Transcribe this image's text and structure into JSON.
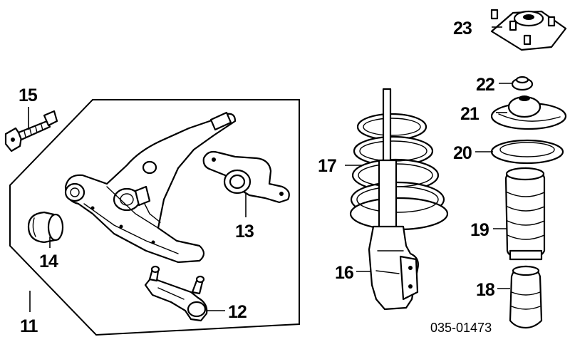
{
  "diagram": {
    "callouts": [
      {
        "id": "c11",
        "label": "11"
      },
      {
        "id": "c12",
        "label": "12"
      },
      {
        "id": "c13",
        "label": "13"
      },
      {
        "id": "c14",
        "label": "14"
      },
      {
        "id": "c15",
        "label": "15"
      },
      {
        "id": "c16",
        "label": "16"
      },
      {
        "id": "c17",
        "label": "17"
      },
      {
        "id": "c18",
        "label": "18"
      },
      {
        "id": "c19",
        "label": "19"
      },
      {
        "id": "c20",
        "label": "20"
      },
      {
        "id": "c21",
        "label": "21"
      },
      {
        "id": "c22",
        "label": "22"
      },
      {
        "id": "c23",
        "label": "23"
      }
    ],
    "diagram_code": "035-01473"
  }
}
